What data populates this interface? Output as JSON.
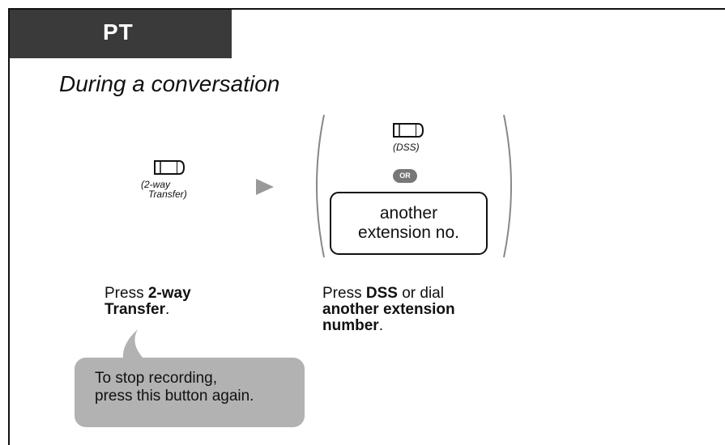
{
  "tab": {
    "label": "PT"
  },
  "heading": "During a conversation",
  "step1": {
    "icon": "flexible-button-icon",
    "caption_line1": "(2-way",
    "caption_line2": "Transfer)",
    "instruction_prefix": "Press ",
    "instruction_bold1": "2-way",
    "instruction_bold2": "Transfer",
    "instruction_suffix": "."
  },
  "arrow_icon": "play-arrow-icon",
  "step2": {
    "icon": "flexible-button-icon",
    "caption": "(DSS)",
    "or_label": "OR",
    "box_line1": "another",
    "box_line2": "extension no.",
    "instruction_prefix": "Press ",
    "instruction_bold1": "DSS",
    "instruction_middle": " or dial",
    "instruction_bold2": "another extension",
    "instruction_bold3": "number",
    "instruction_suffix": "."
  },
  "callout": {
    "line1": "To stop recording,",
    "line2": "press this button again."
  },
  "colors": {
    "tab_bg": "#3a3a3a",
    "callout_bg": "#b2b2b2",
    "arrow": "#999999"
  }
}
